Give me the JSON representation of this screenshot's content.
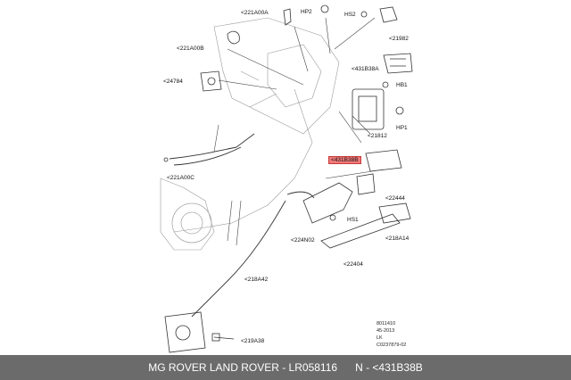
{
  "callouts": {
    "c221A00A": "<221A00A",
    "hp2": "HP2",
    "hs2": "HS2",
    "c21982": "<21982",
    "c221A00B": "<221A00B",
    "c431B38A": "<431B38A",
    "c24784": "<24784",
    "hb1": "HB1",
    "hp1": "HP1",
    "c21812": "<21812",
    "c431B38B": "<431B38B",
    "c221A00C": "<221A00C",
    "c22444": "<22444",
    "hs1": "HS1",
    "c224N02": "<224N02",
    "c218A14": "<218A14",
    "c22404": "<22404",
    "c218A42": "<218A42",
    "c219A38": "<219A38"
  },
  "reference": {
    "line1": "8011410",
    "line2": "45-2013",
    "line3": "LK",
    "line4": "C0237879-02"
  },
  "footer": {
    "brand": "MG ROVER LAND ROVER - LR058116",
    "part": "N - <431B38B"
  },
  "colors": {
    "highlight": "#f07a7a",
    "footer_bg": "#6b6b6b",
    "line": "#333333"
  }
}
